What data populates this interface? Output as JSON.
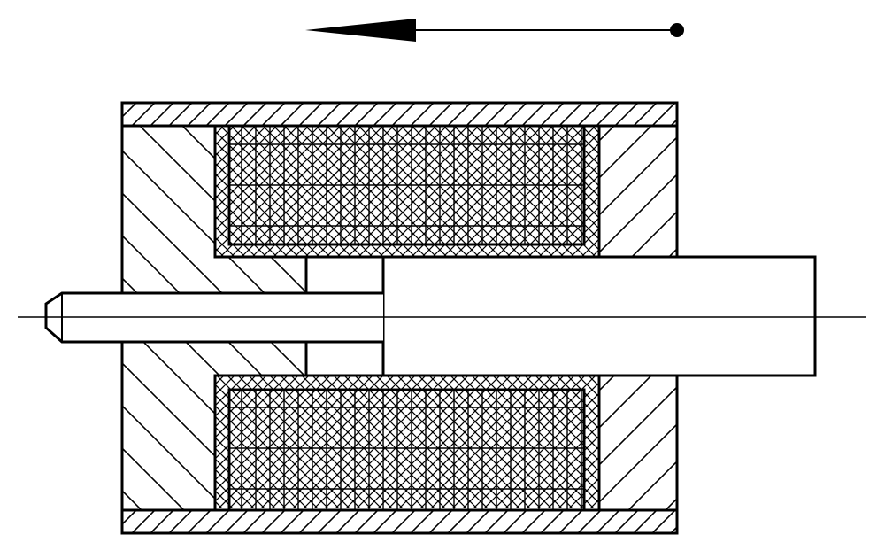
{
  "figure": {
    "kind": "technical-drawing",
    "subject": "solenoid-actuator-cross-section",
    "background": "#ffffff",
    "ink": "#000000",
    "hatch_styles": [
      "diagonal-hatch",
      "crosshatch",
      "coil-winding-grid"
    ],
    "labels": []
  },
  "motion_arrow": {
    "direction": "left"
  }
}
